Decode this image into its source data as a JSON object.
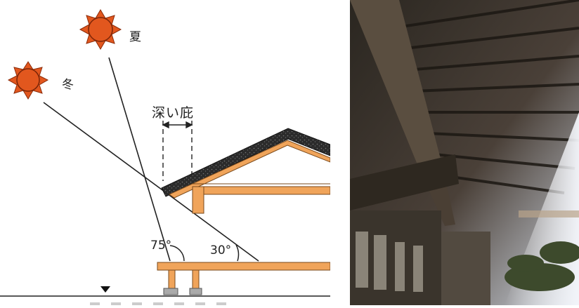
{
  "diagram": {
    "summer_label": "夏",
    "winter_label": "冬",
    "eave_label": "深い庇",
    "summer_angle": "75°",
    "winter_angle": "30°",
    "colors": {
      "sun": "#e2571e",
      "wood": "#f0a45a",
      "roof": "#2a2a2a",
      "line": "#222222"
    }
  },
  "photo": {
    "subject": "traditional-house-eave-underside"
  }
}
